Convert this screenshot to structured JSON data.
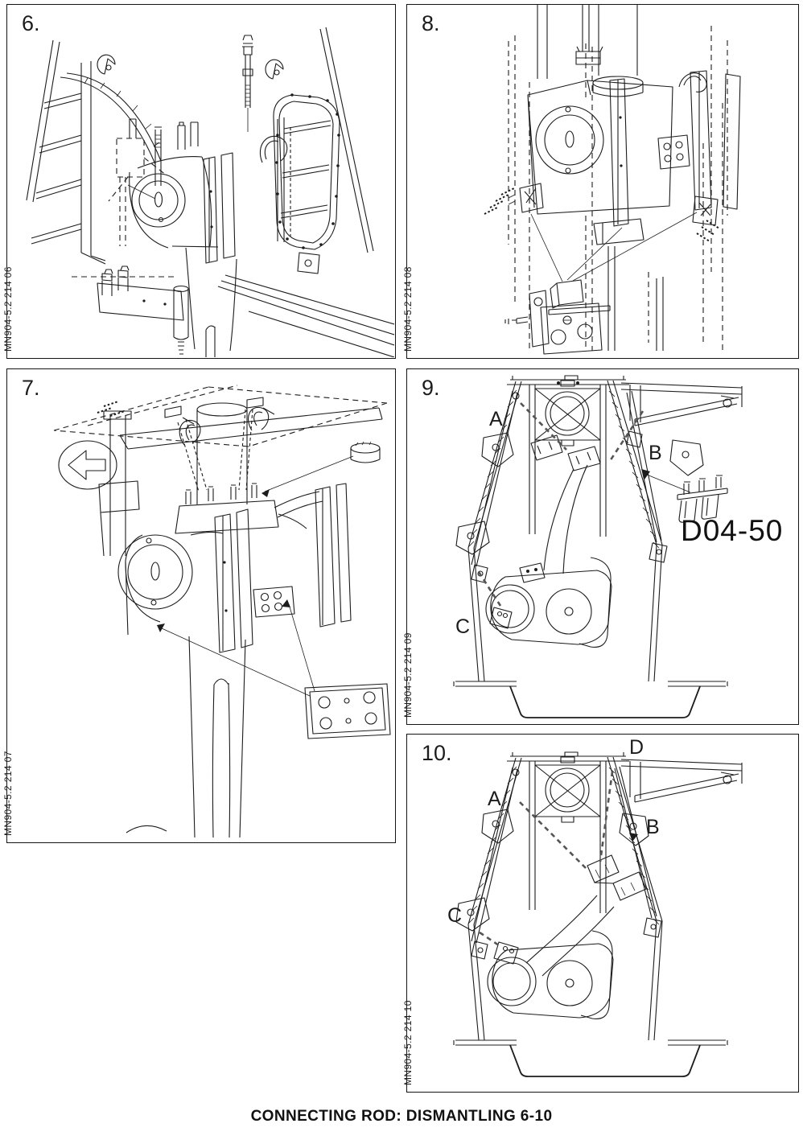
{
  "page": {
    "footer": "CONNECTING ROD: DISMANTLING 6-10",
    "background_color": "#ffffff",
    "line_color": "#1c1c1c"
  },
  "panels": [
    {
      "id": "6",
      "number": "6.",
      "code": "MN904-5.2 214 06"
    },
    {
      "id": "7",
      "number": "7.",
      "code": "MN904-5.2 214 07"
    },
    {
      "id": "8",
      "number": "8.",
      "code": "MN904-5.2 214 08"
    },
    {
      "id": "9",
      "number": "9.",
      "code": "MN904-5.2 214 09",
      "labels": {
        "A": "A",
        "B": "B",
        "C": "C"
      },
      "tool_ref": "D04-50"
    },
    {
      "id": "10",
      "number": "10.",
      "code": "MN904-5.2 214 10",
      "labels": {
        "A": "A",
        "B": "B",
        "C": "C",
        "D": "D"
      }
    }
  ]
}
